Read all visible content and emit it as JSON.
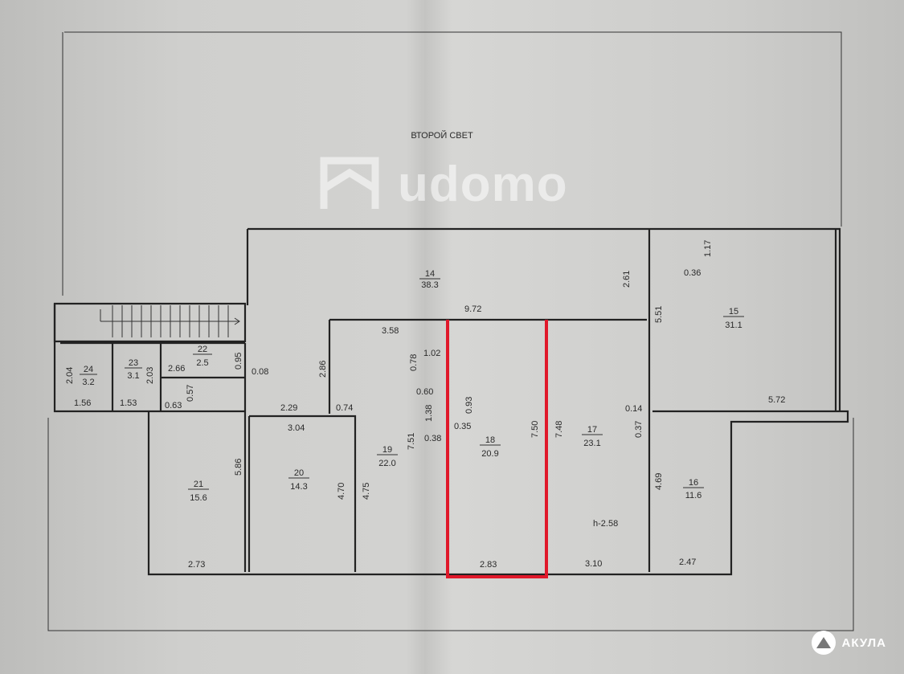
{
  "plan": {
    "second_light_label": "ВТОРОЙ СВЕТ",
    "ceiling_height": "h-2.58",
    "highlight_color": "#e0182a",
    "rooms": [
      {
        "num": "14",
        "area": "38.3"
      },
      {
        "num": "15",
        "area": "31.1"
      },
      {
        "num": "16",
        "area": "11.6"
      },
      {
        "num": "17",
        "area": "23.1"
      },
      {
        "num": "18",
        "area": "20.9"
      },
      {
        "num": "19",
        "area": "22.0"
      },
      {
        "num": "20",
        "area": "14.3"
      },
      {
        "num": "21",
        "area": "15.6"
      },
      {
        "num": "22",
        "area": "2.5"
      },
      {
        "num": "23",
        "area": "3.1"
      },
      {
        "num": "24",
        "area": "3.2"
      }
    ],
    "dimensions": [
      "9.72",
      "3.58",
      "2.61",
      "5.51",
      "1.17",
      "0.36",
      "5.72",
      "0.14",
      "0.37",
      "4.69",
      "2.47",
      "3.10",
      "2.83",
      "7.50",
      "7.48",
      "1.02",
      "0.78",
      "0.60",
      "0.93",
      "1.38",
      "0.35",
      "0.38",
      "7.51",
      "2.86",
      "0.74",
      "2.29",
      "3.04",
      "4.75",
      "4.70",
      "5.86",
      "2.73",
      "0.08",
      "0.95",
      "2.66",
      "0.57",
      "0.63",
      "2.04",
      "1.56",
      "1.53",
      "2.03"
    ]
  },
  "watermarks": {
    "udomo": "udomo",
    "akula": "АКУЛА"
  }
}
